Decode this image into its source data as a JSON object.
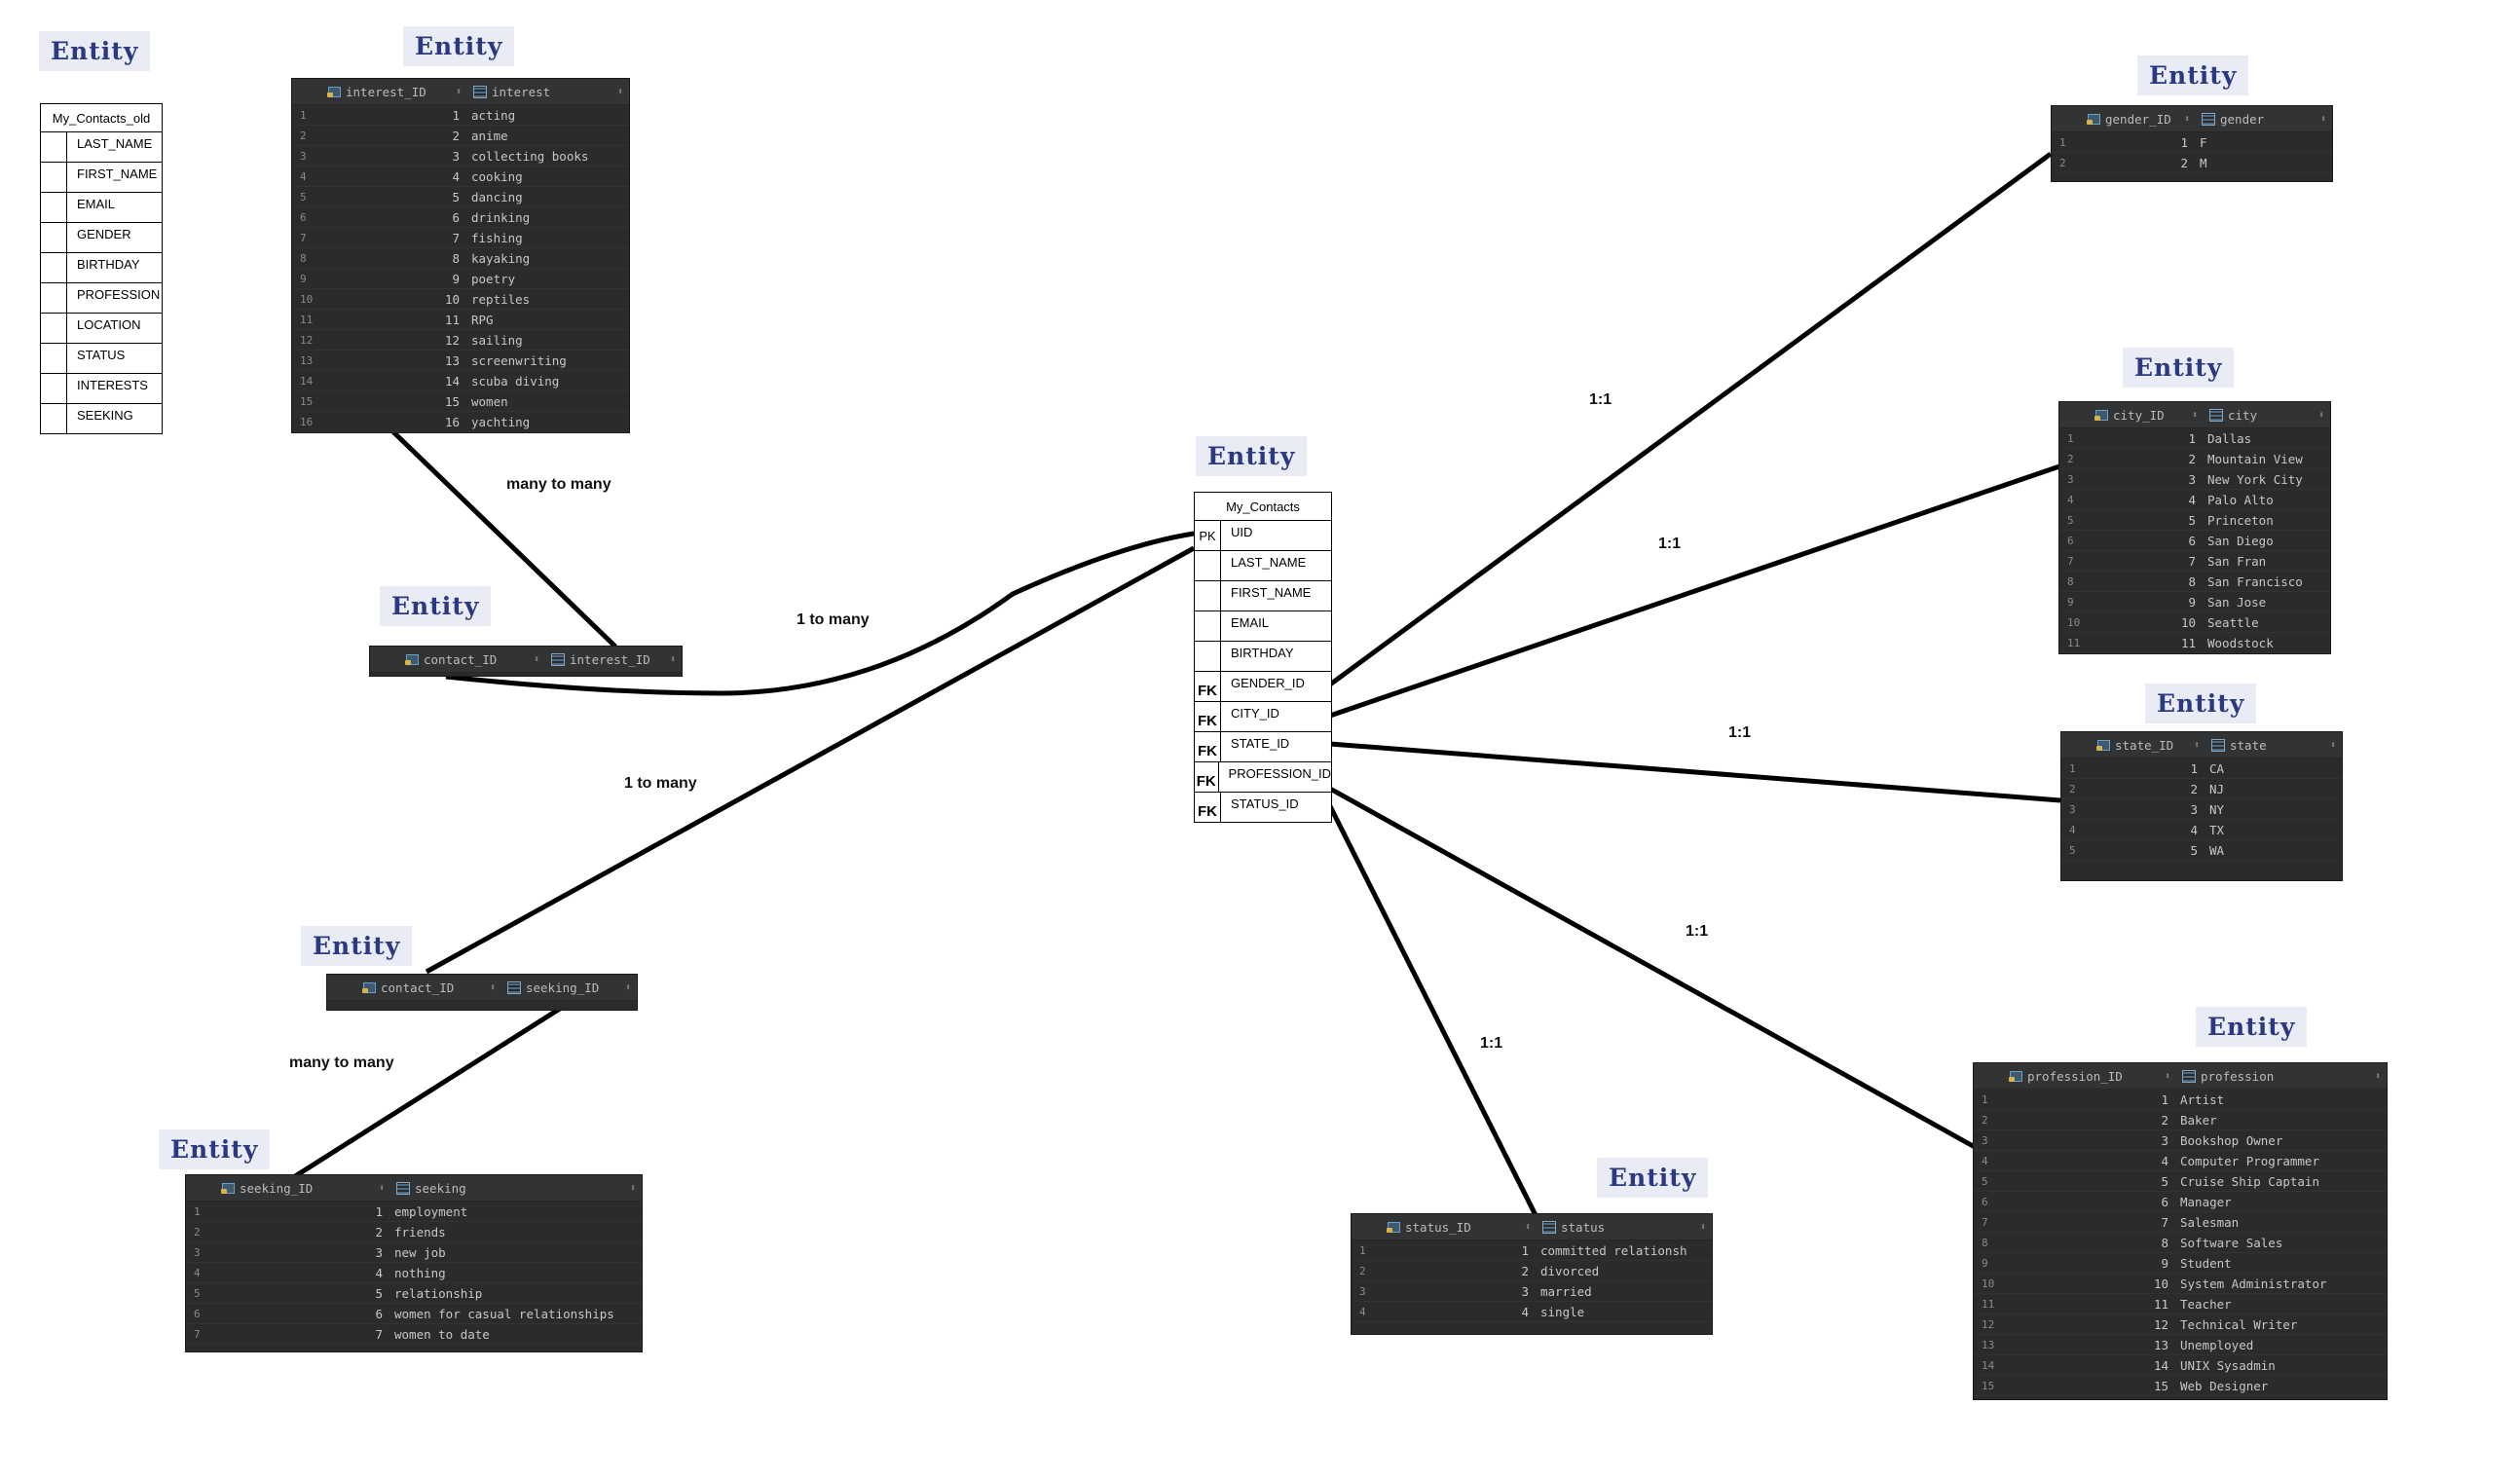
{
  "entity_label": "Entity",
  "relationships": {
    "interest_to_link": "many to many",
    "interest_link_to_contacts": "1 to many",
    "seeking_link_to_contacts": "1 to many",
    "seeking_to_link": "many to many",
    "gender": "1:1",
    "city": "1:1",
    "state": "1:1",
    "profession": "1:1",
    "status": "1:1"
  },
  "old_table": {
    "title": "My_Contacts_old",
    "rows": [
      "LAST_NAME",
      "FIRST_NAME",
      "EMAIL",
      "GENDER",
      "BIRTHDAY",
      "PROFESSION",
      "LOCATION",
      "STATUS",
      "INTERESTS",
      "SEEKING"
    ]
  },
  "contacts_table": {
    "title": "My_Contacts",
    "rows": [
      {
        "key": "PK",
        "name": "UID"
      },
      {
        "key": "",
        "name": "LAST_NAME"
      },
      {
        "key": "",
        "name": "FIRST_NAME"
      },
      {
        "key": "",
        "name": "EMAIL"
      },
      {
        "key": "",
        "name": "BIRTHDAY"
      },
      {
        "key": "FK",
        "name": "GENDER_ID"
      },
      {
        "key": "FK",
        "name": "CITY_ID"
      },
      {
        "key": "FK",
        "name": "STATE_ID"
      },
      {
        "key": "FK",
        "name": "PROFESSION_ID"
      },
      {
        "key": "FK",
        "name": "STATUS_ID"
      }
    ]
  },
  "tables": {
    "interest": {
      "columns": [
        "interest_ID",
        "interest"
      ],
      "rows": [
        [
          "1",
          "acting"
        ],
        [
          "2",
          "anime"
        ],
        [
          "3",
          "collecting books"
        ],
        [
          "4",
          "cooking"
        ],
        [
          "5",
          "dancing"
        ],
        [
          "6",
          "drinking"
        ],
        [
          "7",
          "fishing"
        ],
        [
          "8",
          "kayaking"
        ],
        [
          "9",
          "poetry"
        ],
        [
          "10",
          "reptiles"
        ],
        [
          "11",
          "RPG"
        ],
        [
          "12",
          "sailing"
        ],
        [
          "13",
          "screenwriting"
        ],
        [
          "14",
          "scuba diving"
        ],
        [
          "15",
          "women"
        ],
        [
          "16",
          "yachting"
        ]
      ]
    },
    "contact_interest": {
      "columns": [
        "contact_ID",
        "interest_ID"
      ],
      "rows": []
    },
    "contact_seeking": {
      "columns": [
        "contact_ID",
        "seeking_ID"
      ],
      "rows": []
    },
    "seeking": {
      "columns": [
        "seeking_ID",
        "seeking"
      ],
      "rows": [
        [
          "1",
          "employment"
        ],
        [
          "2",
          "friends"
        ],
        [
          "3",
          "new job"
        ],
        [
          "4",
          "nothing"
        ],
        [
          "5",
          "relationship"
        ],
        [
          "6",
          "women for casual relationships"
        ],
        [
          "7",
          "women to date"
        ]
      ]
    },
    "gender": {
      "columns": [
        "gender_ID",
        "gender"
      ],
      "rows": [
        [
          "1",
          "F"
        ],
        [
          "2",
          "M"
        ]
      ]
    },
    "city": {
      "columns": [
        "city_ID",
        "city"
      ],
      "rows": [
        [
          "1",
          "Dallas"
        ],
        [
          "2",
          "Mountain View"
        ],
        [
          "3",
          "New York City"
        ],
        [
          "4",
          "Palo Alto"
        ],
        [
          "5",
          "Princeton"
        ],
        [
          "6",
          "San Diego"
        ],
        [
          "7",
          "San Fran"
        ],
        [
          "8",
          "San Francisco"
        ],
        [
          "9",
          "San Jose"
        ],
        [
          "10",
          "Seattle"
        ],
        [
          "11",
          "Woodstock"
        ]
      ]
    },
    "state": {
      "columns": [
        "state_ID",
        "state"
      ],
      "rows": [
        [
          "1",
          "CA"
        ],
        [
          "2",
          "NJ"
        ],
        [
          "3",
          "NY"
        ],
        [
          "4",
          "TX"
        ],
        [
          "5",
          "WA"
        ]
      ]
    },
    "status": {
      "columns": [
        "status_ID",
        "status"
      ],
      "rows": [
        [
          "1",
          "committed relationsh"
        ],
        [
          "2",
          "divorced"
        ],
        [
          "3",
          "married"
        ],
        [
          "4",
          "single"
        ]
      ]
    },
    "profession": {
      "columns": [
        "profession_ID",
        "profession"
      ],
      "rows": [
        [
          "1",
          "Artist"
        ],
        [
          "2",
          "Baker"
        ],
        [
          "3",
          "Bookshop Owner"
        ],
        [
          "4",
          "Computer Programmer"
        ],
        [
          "5",
          "Cruise Ship Captain"
        ],
        [
          "6",
          "Manager"
        ],
        [
          "7",
          "Salesman"
        ],
        [
          "8",
          "Software Sales"
        ],
        [
          "9",
          "Student"
        ],
        [
          "10",
          "System Administrator"
        ],
        [
          "11",
          "Teacher"
        ],
        [
          "12",
          "Technical Writer"
        ],
        [
          "13",
          "Unemployed"
        ],
        [
          "14",
          "UNIX Sysadmin"
        ],
        [
          "15",
          "Web Designer"
        ]
      ]
    }
  }
}
